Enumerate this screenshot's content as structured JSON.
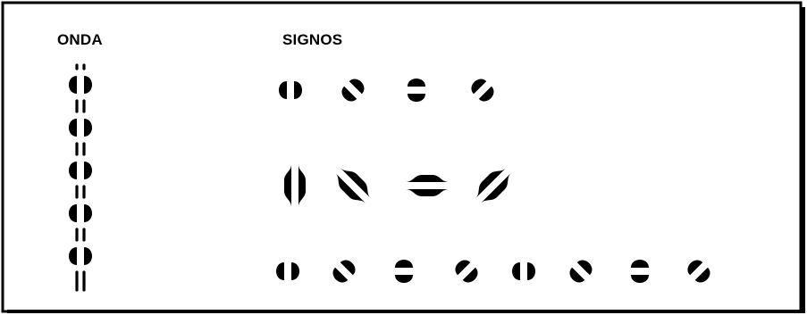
{
  "headers": {
    "onda": "ONDA",
    "signos": "SIGNOS"
  },
  "symbols": {
    "onda_link_count": 6,
    "signos_row1_count": 4,
    "signos_row2_count": 4,
    "signos_row3_count": 8
  },
  "colors": {
    "ink": "#000000",
    "background": "#ffffff"
  }
}
